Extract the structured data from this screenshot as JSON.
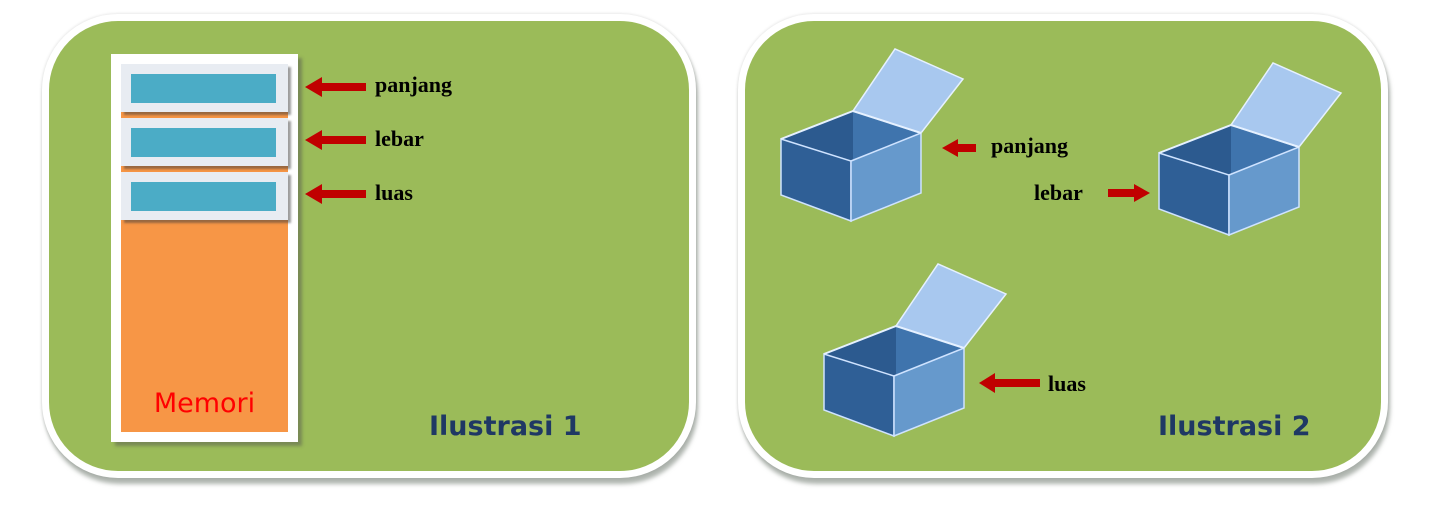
{
  "illustration1": {
    "caption": "Ilustrasi 1",
    "memory_label": "Memori",
    "variables": [
      "panjang",
      "lebar",
      "luas"
    ]
  },
  "illustration2": {
    "caption": "Ilustrasi 2",
    "boxes": [
      {
        "label": "panjang",
        "arrow_direction": "left"
      },
      {
        "label": "lebar",
        "arrow_direction": "right"
      },
      {
        "label": "luas",
        "arrow_direction": "left"
      }
    ]
  },
  "colors": {
    "panel_background": "#9bbb59",
    "memory": "#f79646",
    "memory_cell": "#4bacc6",
    "arrow": "#c00000",
    "caption_text": "#1f3864",
    "memory_label_text": "#ff0000",
    "box_dark": "#2f5f96",
    "box_light": "#6699cc",
    "box_lid": "#a8c8ef"
  }
}
